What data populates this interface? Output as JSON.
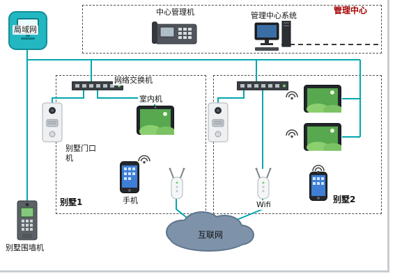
{
  "colors": {
    "line": "#00a7ad",
    "title_red": "#a40000",
    "cloud_fill": "#7e93aa",
    "cloud_border": "#5e748c"
  },
  "nodes": {
    "lan": "局域网",
    "mgmt_title": "管理中心",
    "center_manager": "中心管理机",
    "mgmt_system": "管理中心系统",
    "switch1": "网络交换机",
    "indoor": "室内机",
    "door1": "别墅门口机",
    "villa1": "别墅1",
    "phone1": "手机",
    "wifi": "Wifi",
    "villa2": "别墅2",
    "wall_machine": "别墅围墙机",
    "internet": "互联网"
  }
}
